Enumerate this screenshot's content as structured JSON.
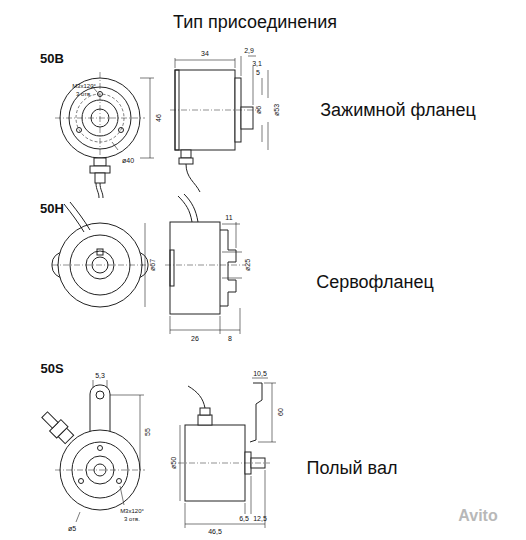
{
  "diagram": {
    "title": "Тип присоединения",
    "labels": [
      "50B",
      "M3x120°",
      "3 отв.",
      "34",
      "2,9",
      "3,1",
      "5",
      "ø40",
      "46",
      "ø6",
      "ø53",
      "Зажимной фланец",
      "50H",
      "11",
      "ø67",
      "ø25",
      "26",
      "8",
      "Сервофланец",
      "50S",
      "5,3",
      "55",
      "ø5",
      "M3x120°",
      "3 отв.",
      "ø50",
      "10,5",
      "60",
      "6,5",
      "12,5",
      "46,5",
      "Полый вал",
      "Avito"
    ]
  }
}
